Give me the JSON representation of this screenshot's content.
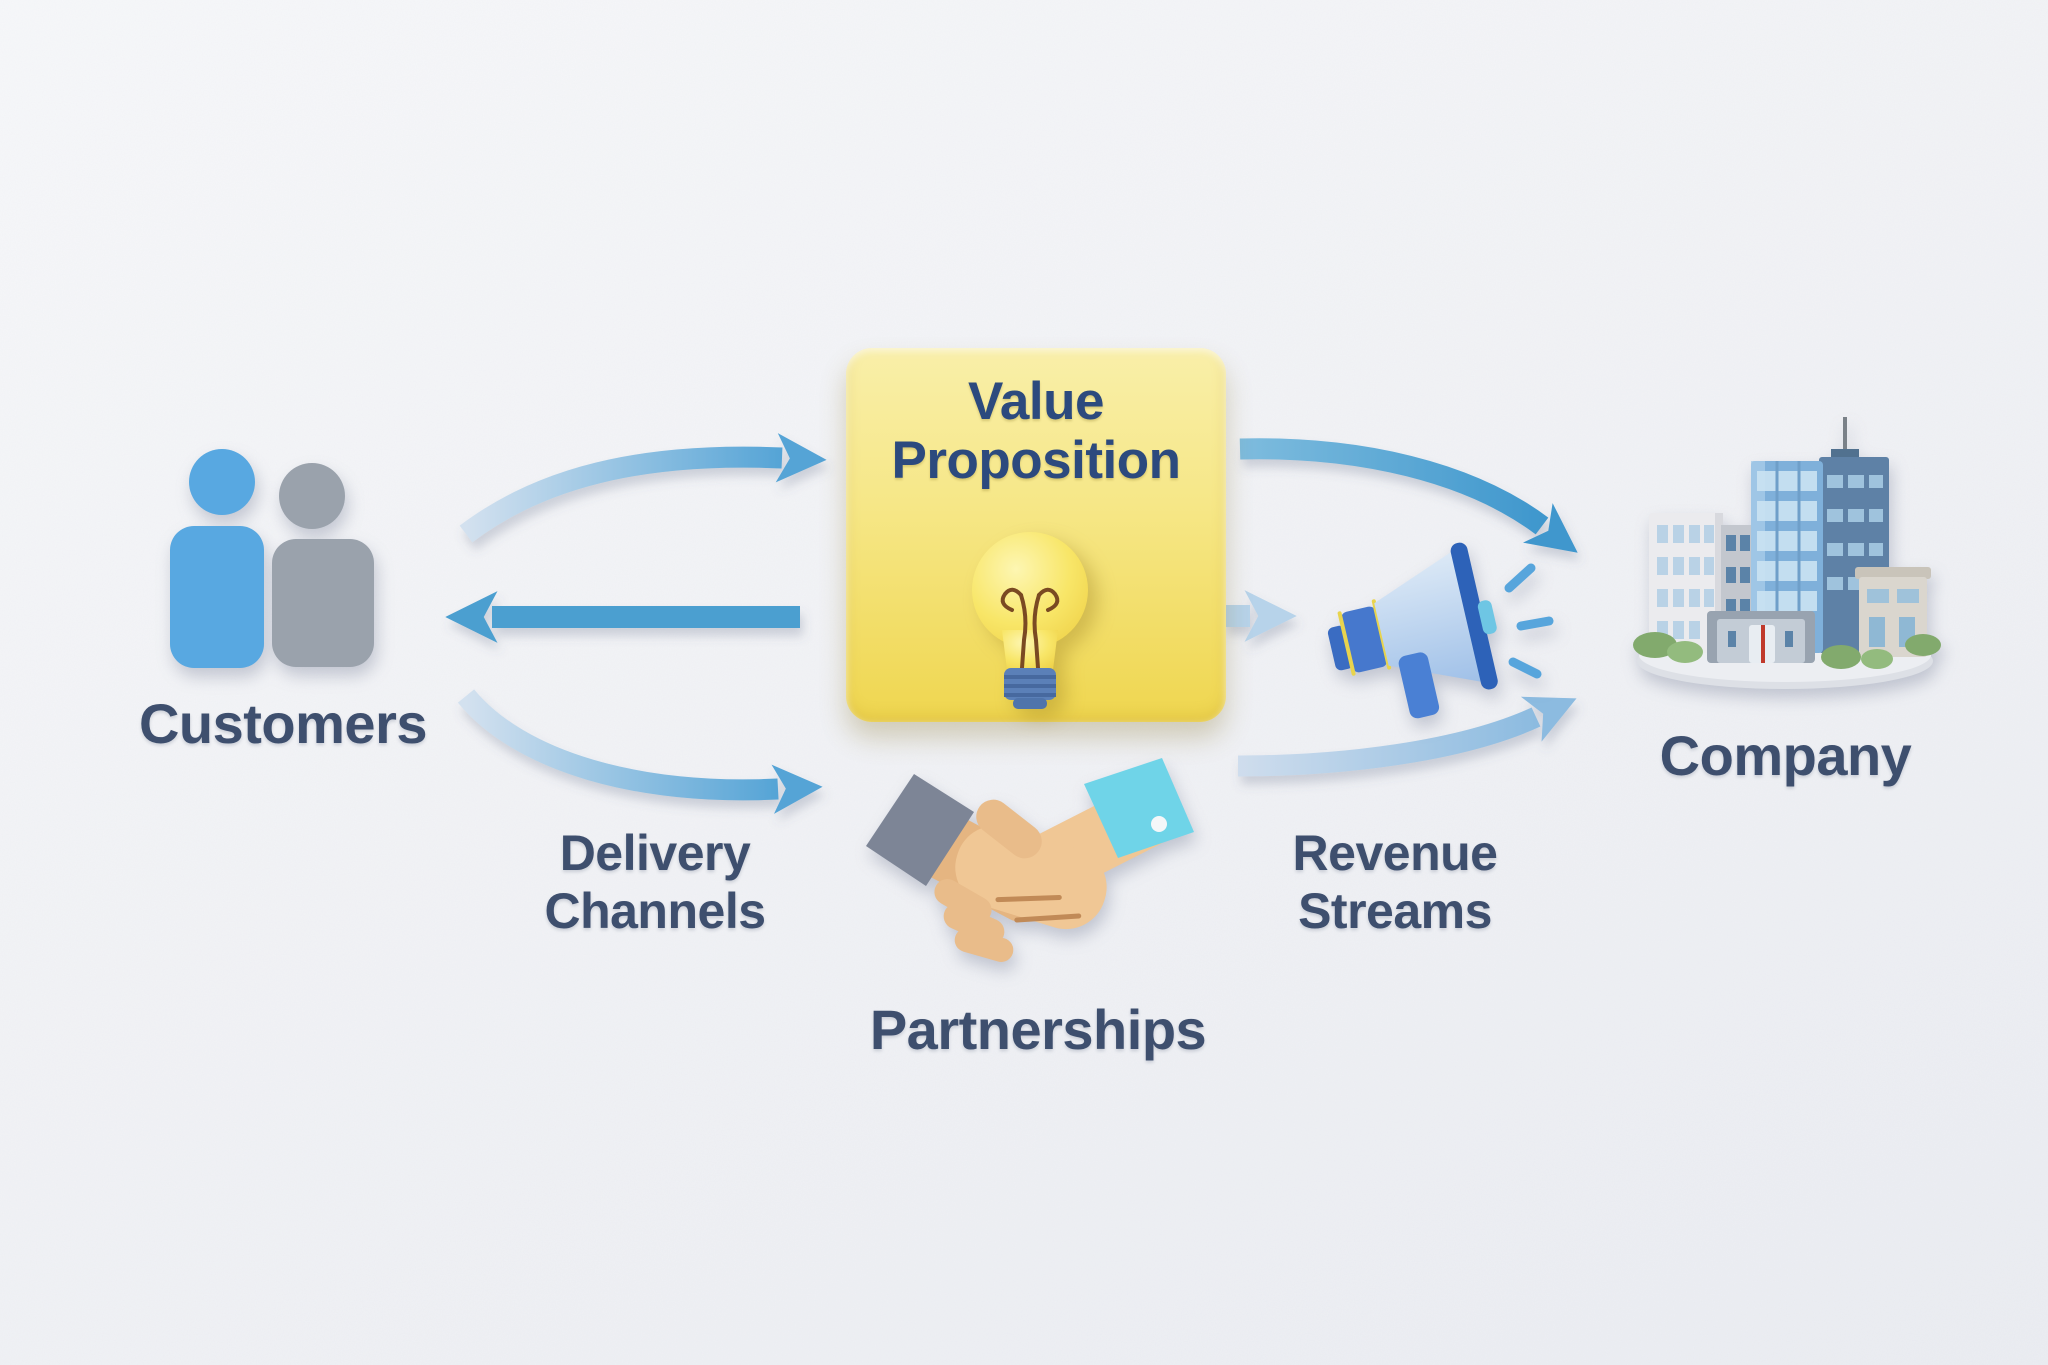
{
  "diagram": {
    "type": "business-model-flow",
    "background_color": "#f2f3f6",
    "label_text_color": "#3e4f6e",
    "nodes": {
      "customers": {
        "label": "Customers",
        "icon": "people-icon",
        "icon_colors": {
          "front_person": "#58a8e1",
          "back_person": "#9aa2ac"
        }
      },
      "value_proposition": {
        "label": "Value Proposition",
        "icon": "lightbulb-icon",
        "box_top_color": "#f9efa9",
        "box_bottom_color": "#efd64f",
        "text_color": "#2c4a7e",
        "bulb_colors": {
          "glass": "#f6e266",
          "base": "#5b80b8"
        }
      },
      "delivery_channels": {
        "label": "Delivery Channels"
      },
      "partnerships": {
        "label": "Partnerships",
        "icon": "handshake-icon",
        "icon_colors": {
          "left_sleeve": "#7d8596",
          "right_sleeve": "#6fd4e8",
          "left_hand": "#e5b581",
          "right_hand": "#f0c795"
        }
      },
      "revenue_streams": {
        "label": "Revenue Streams",
        "icon": "megaphone-icon",
        "icon_colors": {
          "horn": "#b3cdec",
          "rim": "#2d62b8",
          "handle": "#4a80d4"
        }
      },
      "company": {
        "label": "Company",
        "icon": "buildings-icon",
        "icon_colors": {
          "glass_tower": "#7fb0da",
          "dark_tower": "#5e81a6",
          "white_building": "#ebebee",
          "bushes": "#82aa6d"
        }
      }
    },
    "arrows": [
      {
        "name": "customers-to-value-proposition",
        "direction": "right",
        "style": "curved-up",
        "color": "#55a4d6"
      },
      {
        "name": "value-proposition-to-customers",
        "direction": "left",
        "style": "straight",
        "color": "#4c9fd0"
      },
      {
        "name": "customers-to-partnerships",
        "direction": "right",
        "style": "curved-down",
        "color": "#55a4d6"
      },
      {
        "name": "value-proposition-to-company",
        "direction": "right",
        "style": "curved-down",
        "color": "#3f97cd"
      },
      {
        "name": "value-proposition-to-revenue-streams",
        "direction": "right",
        "style": "short-straight",
        "color": "#b7d3ea"
      },
      {
        "name": "partnerships-to-company",
        "direction": "right",
        "style": "curved-up",
        "color": "#8cbbe0"
      }
    ]
  }
}
